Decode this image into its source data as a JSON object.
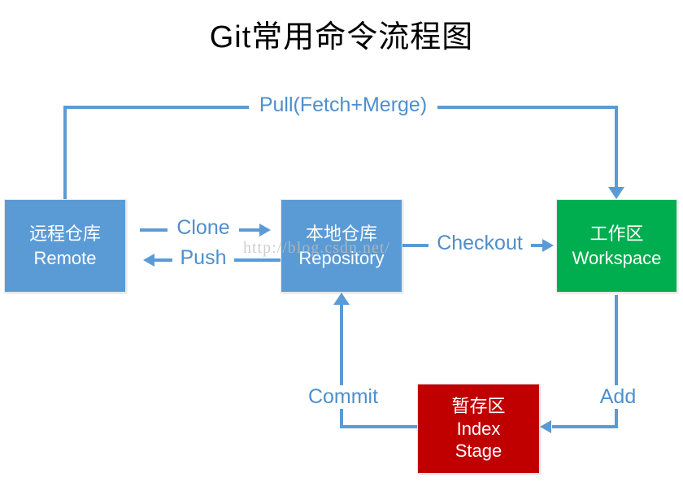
{
  "title": "Git常用命令流程图",
  "watermark": "http://blog.csdn.net/",
  "colors": {
    "box_blue": "#5B9BD5",
    "box_green": "#00AD4F",
    "box_red": "#C00000",
    "line_blue": "#5B9BD5",
    "label_blue": "#4E8FCC",
    "title_black": "#000000"
  },
  "nodes": {
    "remote": {
      "zh": "远程仓库",
      "en": "Remote"
    },
    "repository": {
      "zh": "本地仓库",
      "en": "Repository"
    },
    "workspace": {
      "zh": "工作区",
      "en": "Workspace"
    },
    "index": {
      "zh": "暂存区",
      "en1": "Index",
      "en2": "Stage"
    }
  },
  "edges": {
    "pull": "Pull(Fetch+Merge)",
    "clone": "Clone",
    "push": "Push",
    "checkout": "Checkout",
    "commit": "Commit",
    "add": "Add"
  }
}
